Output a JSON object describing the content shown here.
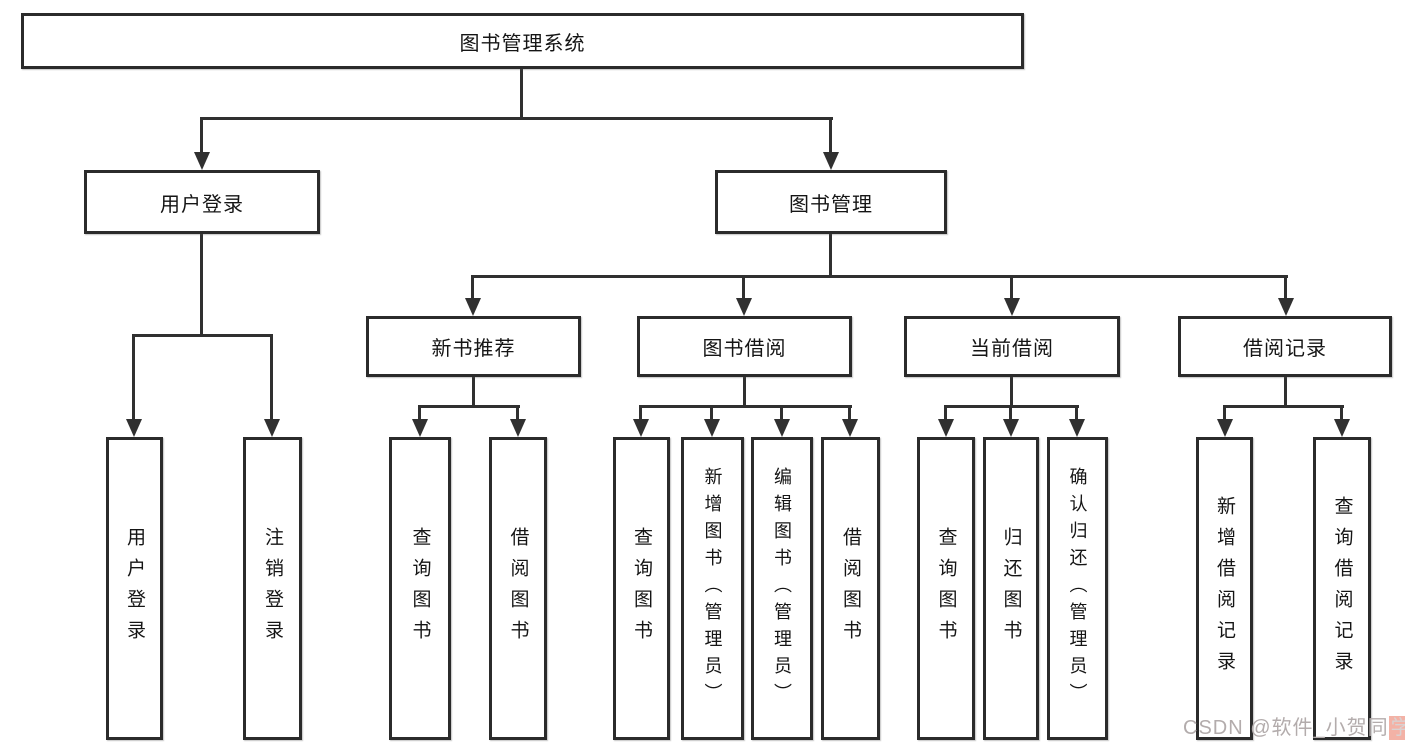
{
  "title": "图书管理系统",
  "level2": {
    "user_login": "用户登录",
    "book_management": "图书管理"
  },
  "level3": {
    "new_book_recommend": "新书推荐",
    "book_borrow": "图书借阅",
    "current_borrow": "当前借阅",
    "borrow_record": "借阅记录"
  },
  "leaves": {
    "user_login_login": "用户登录",
    "user_login_logout": "注销登录",
    "recommend_query_books": "查询图书",
    "recommend_borrow_books": "借阅图书",
    "borrow_query_books": "查询图书",
    "borrow_add_books": "新增图书（管理员）",
    "borrow_edit_books": "编辑图书（管理员）",
    "borrow_borrow_books": "借阅图书",
    "current_query_books": "查询图书",
    "current_return_books": "归还图书",
    "current_confirm_return": "确认归还（管理员）",
    "record_add_record": "新增借阅记录",
    "record_query_record": "查询借阅记录"
  },
  "watermark": {
    "prefix": "CSDN @软件_小贺同",
    "highlight": "学"
  },
  "colors": {
    "line": "#303030",
    "box_border": "#2b2b2b",
    "watermark_gray": "#b3acac",
    "watermark_highlight_bg": "#f3b2a6"
  }
}
